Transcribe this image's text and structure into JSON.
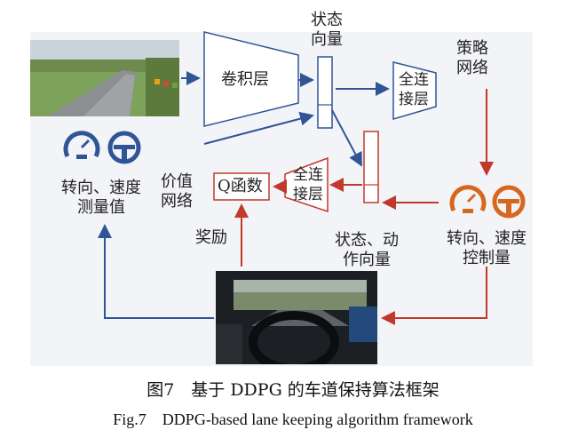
{
  "diagram": {
    "conv_layer": "卷积层",
    "state_vector": "状态\n向量",
    "fc_actor": "全连\n接层",
    "policy_network": "策略\n网络",
    "steer_speed_measured": "转向、速度\n测量值",
    "value_network": "价值\n网络",
    "q_function": "Q函数",
    "fc_critic": "全连\n接层",
    "state_action_vector": "状态、动\n作向量",
    "steer_speed_control": "转向、速度\n控制量",
    "reward": "奖励"
  },
  "colors": {
    "blue": "#2f5597",
    "red": "#c0392b",
    "orange": "#d9661e",
    "panel": "#f3f4f7"
  },
  "icons": {
    "measured": [
      "speedometer-icon",
      "steering-wheel-icon"
    ],
    "control": [
      "speedometer-icon",
      "steering-wheel-icon"
    ]
  },
  "caption": {
    "cn": "图7　基于 DDPG 的车道保持算法框架",
    "en": "Fig.7　DDPG-based lane keeping algorithm framework"
  }
}
